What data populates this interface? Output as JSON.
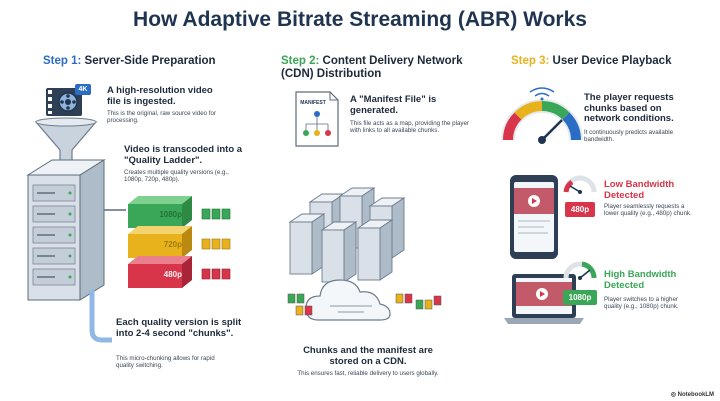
{
  "title": "How Adaptive Bitrate Streaming (ABR) Works",
  "colors": {
    "blue": "#2b6cc4",
    "green": "#3aa657",
    "yellow": "#e8b21c",
    "red": "#d8344a",
    "navy": "#1f3450"
  },
  "step1": {
    "num": "Step 1:",
    "title": "Server-Side Preparation",
    "ingest_bold": "A high-resolution video file is ingested.",
    "ingest_small": "This is the original, raw source video for processing.",
    "badge_4k": "4K",
    "transcode_bold": "Video is transcoded into a \"Quality Ladder\".",
    "transcode_small": "Creates multiple quality versions (e.g., 1080p, 720p, 480p).",
    "ladder": [
      "1080p",
      "720p",
      "480p"
    ],
    "chunks_bold": "Each quality version is split into 2-4 second \"chunks\".",
    "chunks_small": "This micro-chunking allows for rapid quality switching."
  },
  "step2": {
    "num": "Step 2:",
    "title": "Content Delivery Network (CDN) Distribution",
    "manifest_label": "MANIFEST",
    "manifest_bold": "A \"Manifest File\" is generated.",
    "manifest_small": "This file acts as a map, providing the player with links to all available chunks.",
    "cdn_bold": "Chunks and the manifest are stored on a CDN.",
    "cdn_small": "This ensures fast, reliable delivery to users globally."
  },
  "step3": {
    "num": "Step 3:",
    "title": "User Device Playback",
    "player_bold": "The player requests chunks based on network conditions.",
    "player_small": "It continuously predicts available bandwidth.",
    "low_title": "Low Bandwidth Detected",
    "low_small": "Player seamlessly requests a lower quality (e.g., 480p) chunk.",
    "low_tag": "480p",
    "high_title": "High Bandwidth Detected",
    "high_small": "Player switches to a higher quality (e.g., 1080p) chunk.",
    "high_tag": "1080p"
  },
  "footer": "NotebookLM"
}
